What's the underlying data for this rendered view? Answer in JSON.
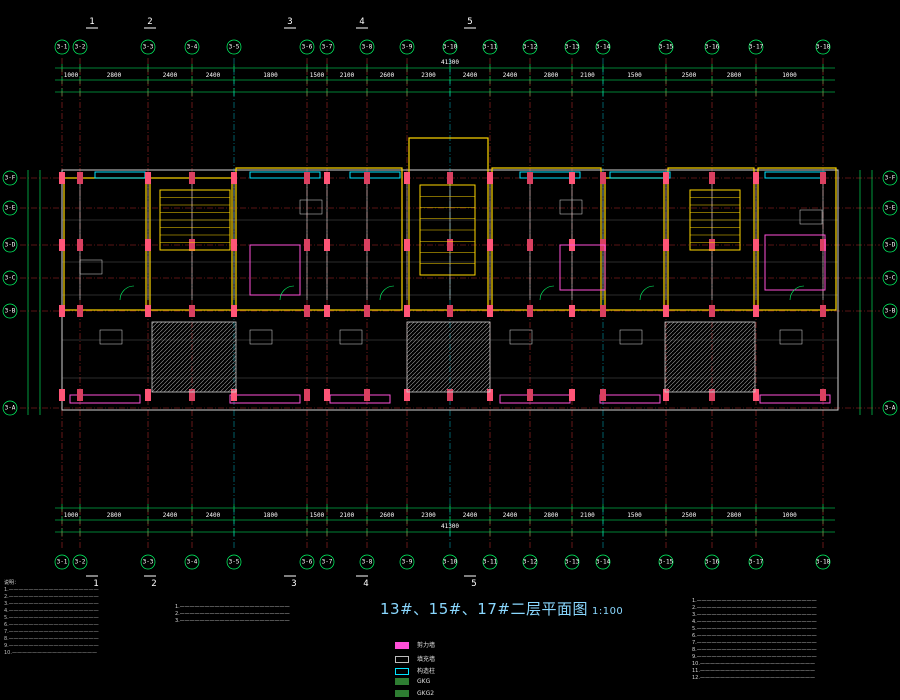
{
  "drawing": {
    "title": "13#、15#、17#二层平面图",
    "scale": "1:100",
    "overall_dim": "41300",
    "top_grid_labels": [
      "3-1",
      "3-2",
      "3-3",
      "3-4",
      "3-5",
      "3-6",
      "3-7",
      "3-8",
      "3-9",
      "3-10",
      "3-11",
      "3-12",
      "3-13",
      "3-14",
      "3-15",
      "3-16",
      "3-17",
      "3-18"
    ],
    "side_grid_labels": [
      "3-F",
      "3-E",
      "3-D",
      "3-C",
      "3-B",
      "3-A"
    ],
    "section_marks": [
      "1",
      "2",
      "3",
      "4",
      "5"
    ],
    "top_dims": [
      "1000",
      "2800",
      "2400",
      "2400",
      "1800",
      "1500",
      "2100",
      "2600",
      "2300",
      "2400",
      "2400",
      "2800",
      "2100",
      "1500",
      "2500",
      "2800",
      "1000"
    ],
    "legend_items": [
      "剪力墙",
      "填充墙",
      "构造柱",
      "GKG",
      "GKG2"
    ],
    "notes_left_title": "说明：",
    "colors": {
      "wall": "#ffd700",
      "axis": "#ff3b3b",
      "dim": "#00ff66",
      "col": "#ff69b4",
      "bg": "#000000",
      "accent": "#00e5ff"
    }
  }
}
